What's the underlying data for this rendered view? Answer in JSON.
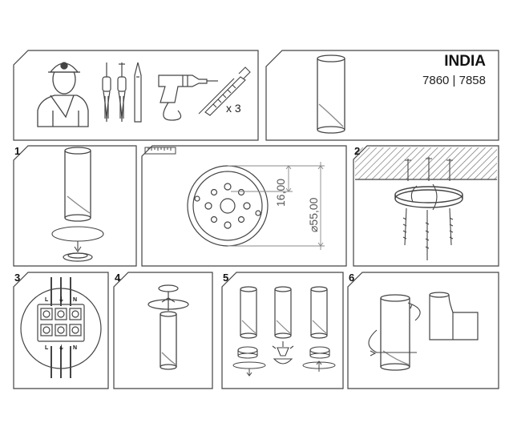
{
  "header": {
    "product_name": "INDIA",
    "model_numbers": "7860 | 7858",
    "anchor_quantity": "x 3"
  },
  "steps": [
    {
      "number": "1"
    },
    {
      "number": "2"
    },
    {
      "number": "3"
    },
    {
      "number": "4"
    },
    {
      "number": "5"
    },
    {
      "number": "6"
    }
  ],
  "dimensions": {
    "inner_spacing": "16,00",
    "outer_diameter": "⌀55,00"
  },
  "terminal_block": {
    "top_labels": [
      "L",
      "⏚",
      "N"
    ],
    "bottom_labels": [
      "L",
      "⏚",
      "N"
    ]
  },
  "colors": {
    "line": "#444444",
    "light_line": "#888888"
  }
}
